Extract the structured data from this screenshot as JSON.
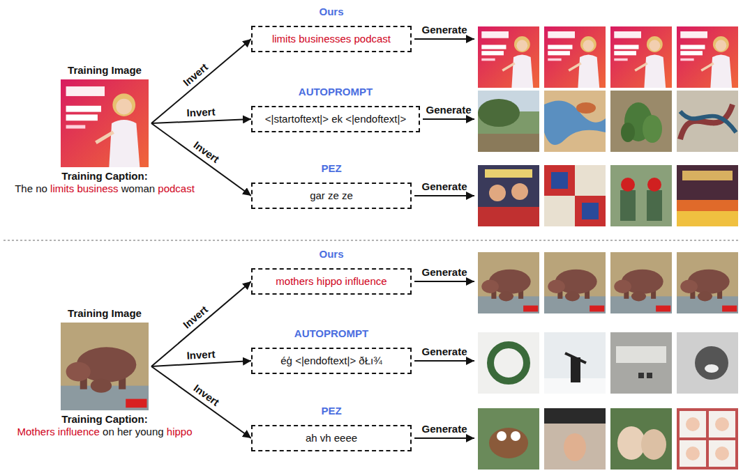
{
  "diagram": {
    "nodes": [
      {
        "text": [
          "Training Image",
          "Training Caption:",
          "The no limits business woman podcast"
        ]
      },
      {
        "text": [
          "Ours",
          "limits businesses podcast"
        ]
      },
      {
        "text": [
          "AUTOPROMPT",
          "<|startoftext|> ek <|endoftext|>"
        ]
      },
      {
        "text": [
          "PEZ",
          "gar ze ze"
        ]
      },
      {
        "text": [
          "Training Image",
          "Training Caption:",
          "Mothers influence on her young hippo"
        ]
      },
      {
        "text": [
          "Ours",
          "mothers hippo influence"
        ]
      },
      {
        "text": [
          "AUTOPROMPT",
          "éģ <|endoftext|> ðŁı¾"
        ]
      },
      {
        "text": [
          "PEZ",
          "ah vh eeee"
        ]
      }
    ],
    "edges": [
      {
        "from": 0,
        "to": 1,
        "label": "Invert",
        "arrow": "to"
      },
      {
        "from": 0,
        "to": 2,
        "label": "Invert",
        "arrow": "to"
      },
      {
        "from": 0,
        "to": 3,
        "label": "Invert",
        "arrow": "to"
      },
      {
        "from": 4,
        "to": 5,
        "label": "Invert",
        "arrow": "to"
      },
      {
        "from": 4,
        "to": 6,
        "label": "Invert",
        "arrow": "to"
      },
      {
        "from": 4,
        "to": 7,
        "label": "Invert",
        "arrow": "to"
      }
    ],
    "labels": [
      "Generate",
      "Generate",
      "Generate",
      "Generate",
      "Generate",
      "Generate"
    ]
  }
}
